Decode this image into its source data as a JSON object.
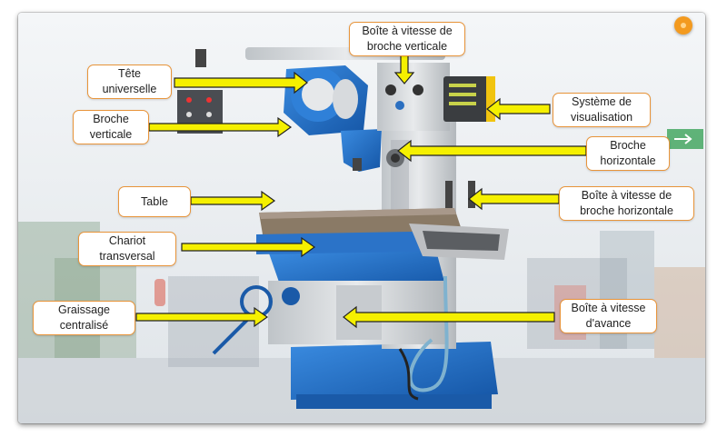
{
  "labels": {
    "tete_universelle": "Tête\nuniverselle",
    "broche_verticale": "Broche\nverticale",
    "boite_vitesse_verticale": "Boîte à vitesse de\nbroche verticale",
    "systeme_visualisation": "Système de\nvisualisation",
    "broche_horizontale": "Broche\nhorizontale",
    "table": "Table",
    "boite_vitesse_horizontale": "Boîte à vitesse de\nbroche horizontale",
    "chariot_transversal": "Chariot\ntransversal",
    "graissage_centralise": "Graissage\ncentralisé",
    "boite_vitesse_avance": "Boîte à vitesse\nd'avance"
  },
  "colors": {
    "arrow_fill": "#f5f000",
    "arrow_stroke": "#222222",
    "label_border": "#e8943a",
    "machine_blue": "#1f6fc4",
    "machine_grey": "#cfd3d6",
    "accent_orange": "#f39a1f"
  },
  "icons": {
    "corner_button": "orange-dot-icon",
    "exit_sign": "exit-sign-icon"
  }
}
